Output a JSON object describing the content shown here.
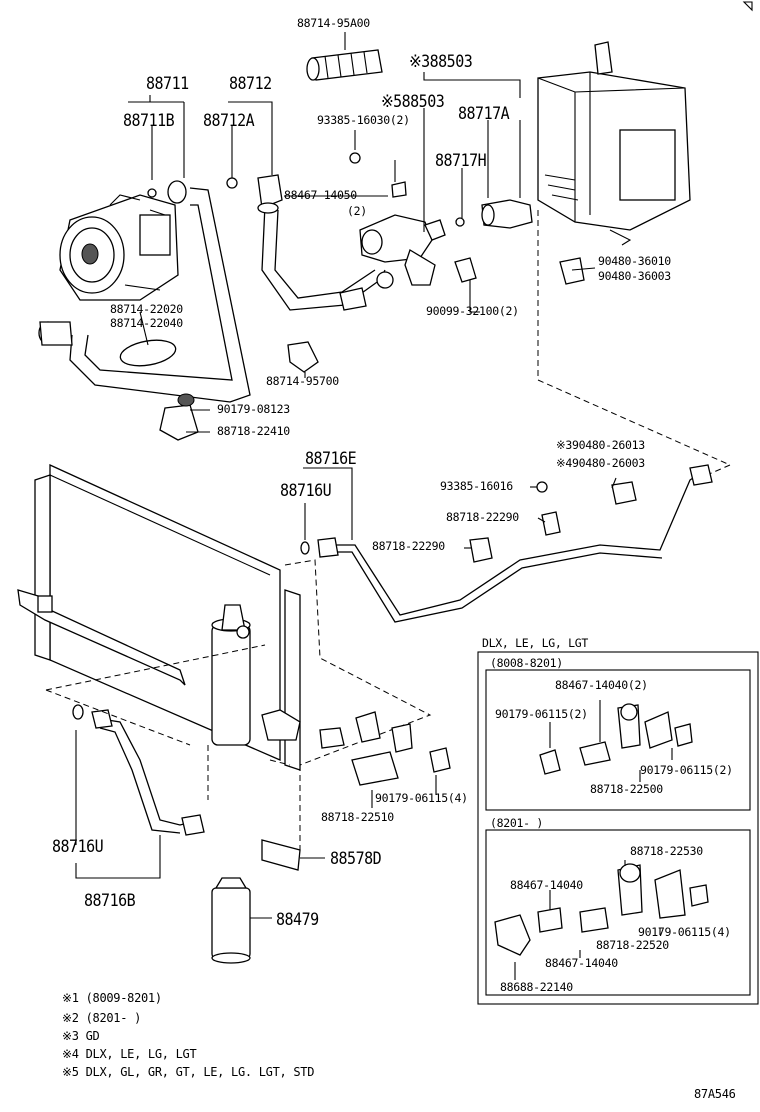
{
  "labels": {
    "p_88714_95A00": "88714-95A00",
    "p_88711": "88711",
    "p_88712": "88712",
    "p_88711B": "88711B",
    "p_88712A": "88712A",
    "p_x3_88503": "※388503",
    "p_x5_88503": "※588503",
    "p_88717A": "88717A",
    "p_93385_16030": "93385-16030(2)",
    "p_88717H": "88717H",
    "p_88467_14050": "88467-14050",
    "p_88467_14050_qty": "(2)",
    "p_88714_22020": "88714-22020",
    "p_88714_22040": "88714-22040",
    "p_90099_32100": "90099-32100(2)",
    "p_90480_36010": "90480-36010",
    "p_90480_36003": "90480-36003",
    "p_88714_95700": "88714-95700",
    "p_90179_08123": "90179-08123",
    "p_88718_22410": "88718-22410",
    "p_88716E": "88716E",
    "p_88716U_top": "88716U",
    "p_x3_90480_26013": "※390480-26013",
    "p_x4_90480_26003": "※490480-26003",
    "p_93385_16016": "93385-16016",
    "p_88718_22290_a": "88718-22290",
    "p_88718_22290_b": "88718-22290",
    "p_90179_06115_4a": "90179-06115(4)",
    "p_88718_22510": "88718-22510",
    "p_88716U_bottom": "88716U",
    "p_88716B": "88716B",
    "p_88578D": "88578D",
    "p_88479": "88479",
    "inset_title": "DLX, LE, LG, LGT",
    "inset_range1": "(8008-8201)",
    "inset_range2": "(8201-    )",
    "i1_88467_14040_2": "88467-14040(2)",
    "i1_90179_06115_2a": "90179-06115(2)",
    "i1_90179_06115_2b": "90179-06115(2)",
    "i1_88718_22500": "88718-22500",
    "i2_88718_22530": "88718-22530",
    "i2_88467_14040_a": "88467-14040",
    "i2_90179_06115_4": "90179-06115(4)",
    "i2_88718_22520": "88718-22520",
    "i2_88467_14040_b": "88467-14040",
    "i2_88688_22140": "88688-22140",
    "figure_code": "87A546"
  },
  "notes": [
    "※1 (8009-8201)",
    "※2 (8201-    )",
    "※3 GD",
    "※4 DLX, LE, LG, LGT",
    "※5 DLX, GL, GR, GT, LE, LG. LGT, STD"
  ]
}
